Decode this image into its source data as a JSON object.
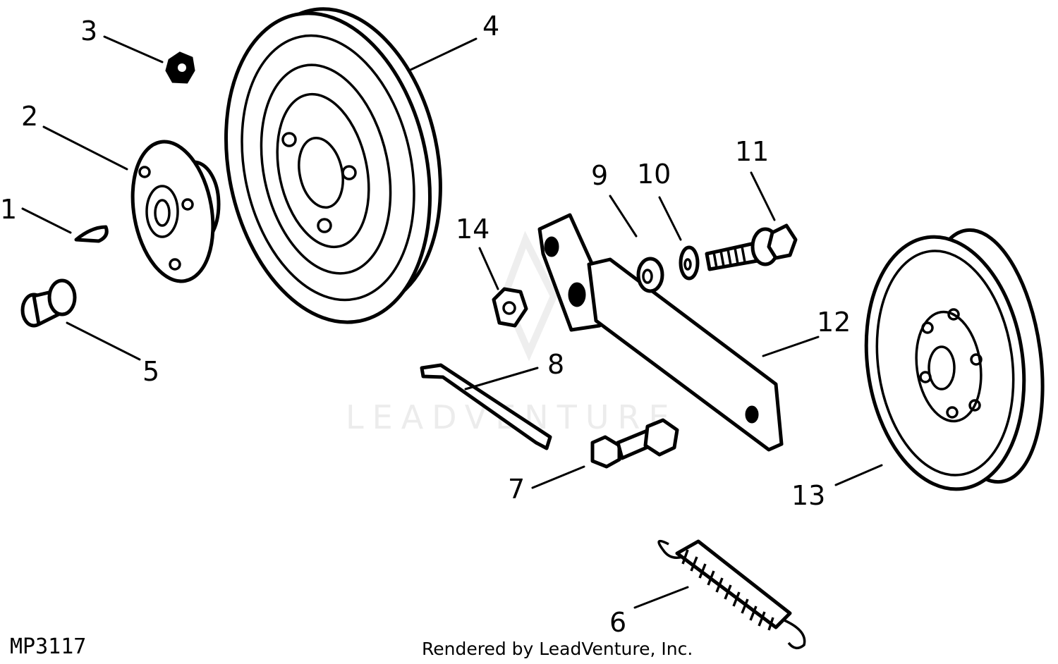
{
  "callouts": [
    "1",
    "2",
    "3",
    "4",
    "5",
    "6",
    "7",
    "8",
    "9",
    "10",
    "11",
    "12",
    "13",
    "14"
  ],
  "watermark": "LEADVENTURE",
  "diagram_code": "MP3117",
  "credit": "Rendered by LeadVenture, Inc."
}
